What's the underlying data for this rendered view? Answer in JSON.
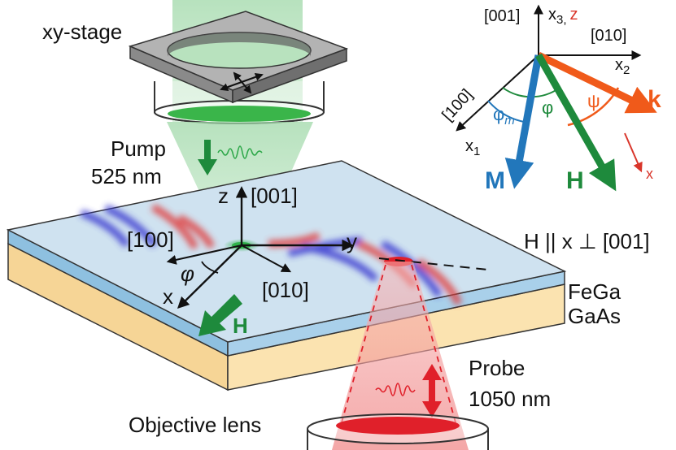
{
  "labels": {
    "xy_stage": "xy-stage",
    "pump_line1": "Pump",
    "pump_line2": "525 nm",
    "probe_line1": "Probe",
    "probe_line2": "1050 nm",
    "objective_lens": "Objective lens",
    "h_condition": "H || x ⊥ [001]",
    "fega": "FeGa",
    "gaas": "GaAs"
  },
  "sample_axes": {
    "z": "z",
    "z_dir": "[001]",
    "dir_100": "[100]",
    "dir_010": "[010]",
    "y": "y",
    "x": "x",
    "phi": "φ",
    "h": "H"
  },
  "inset": {
    "dir_001": "[001]",
    "x3": "x",
    "x3_sub": "3,",
    "z": "z",
    "dir_010": "[010]",
    "x2": "x",
    "x2_sub": "2",
    "dir_100": "[100]",
    "x1": "x",
    "x1_sub": "1",
    "k": "k",
    "psi": "ψ",
    "phi": "φ",
    "phi_m": "φ",
    "phi_m_sub": "m",
    "m": "M",
    "h": "H",
    "x": "x"
  },
  "colors": {
    "pump_green": "#2ea84a",
    "probe_red": "#e0202a",
    "k_orange": "#f05a1a",
    "m_blue": "#2277bb",
    "h_green": "#1e8a3c",
    "wave_blue": "#3a3ad0",
    "wave_red": "#e04040",
    "fega_blue": "#8ec0e0",
    "gaas_tan": "#f6d596",
    "top_face": "#cfe2f0"
  }
}
